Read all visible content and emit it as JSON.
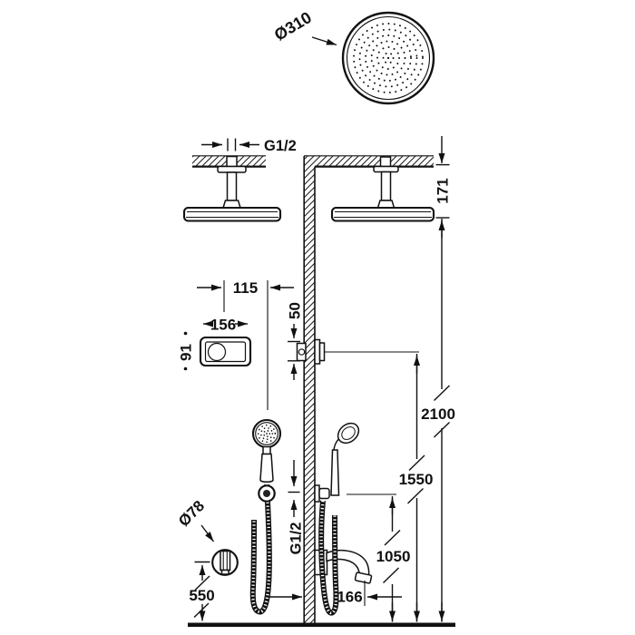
{
  "drawing": {
    "type": "technical-dimension-drawing",
    "subject": "ceiling-mounted shower system with hand shower, concealed control and spout",
    "background_color": "#ffffff",
    "line_color": "#111111",
    "dimensions": {
      "overhead_shower_diameter": "Ø310",
      "ceiling_supply_thread": "G1/2",
      "ceiling_to_head_drop": "171",
      "control_to_rail_offset": "115",
      "valve_body_height": "50",
      "control_plate_width": "156",
      "control_plate_height": "91",
      "floor_to_shower_head": "2100",
      "floor_to_control_valve": "1550",
      "floor_to_hand_shower_bracket": "1050",
      "wall_outlet_diameter": "Ø78",
      "floor_to_wall_outlet": "550",
      "hand_shower_supply_thread": "G1/2",
      "spout_projection": "166"
    }
  }
}
